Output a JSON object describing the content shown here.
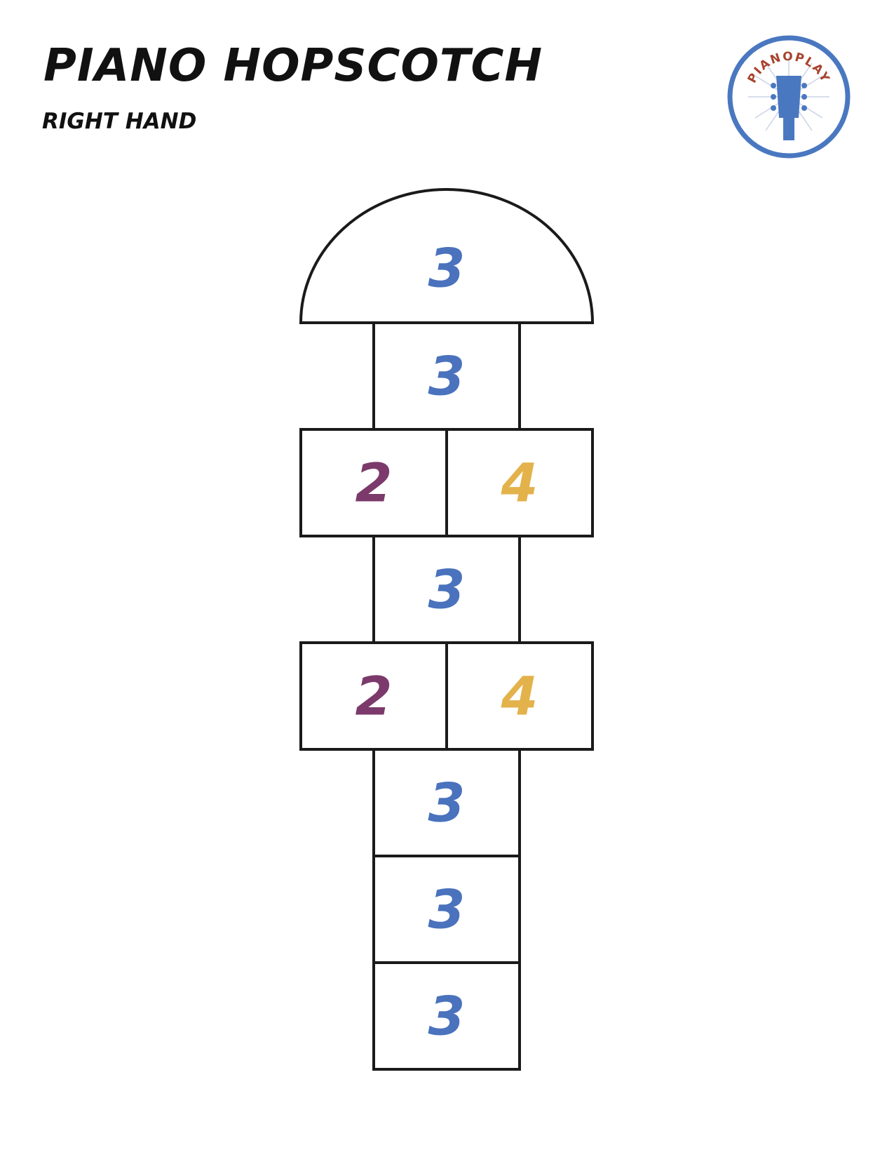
{
  "header": {
    "title": "PIANO HOPSCOTCH",
    "subtitle": "RIGHT HAND"
  },
  "logo": {
    "text": "PIANOPLAY",
    "icon": "guitar-headstock-icon",
    "ring_color": "#4a78c0",
    "text_color": "#a8432e"
  },
  "colors": {
    "finger_2": "#7b3a6b",
    "finger_3": "#4a72bd",
    "finger_4": "#e3b24a",
    "outline": "#1a1a1a"
  },
  "board": {
    "rows": [
      {
        "kind": "dome",
        "cells": [
          3
        ]
      },
      {
        "kind": "single",
        "cells": [
          3
        ]
      },
      {
        "kind": "double",
        "cells": [
          2,
          4
        ]
      },
      {
        "kind": "single",
        "cells": [
          3
        ]
      },
      {
        "kind": "double",
        "cells": [
          2,
          4
        ]
      },
      {
        "kind": "single",
        "cells": [
          3
        ]
      },
      {
        "kind": "single",
        "cells": [
          3
        ]
      },
      {
        "kind": "single",
        "cells": [
          3
        ]
      }
    ]
  }
}
